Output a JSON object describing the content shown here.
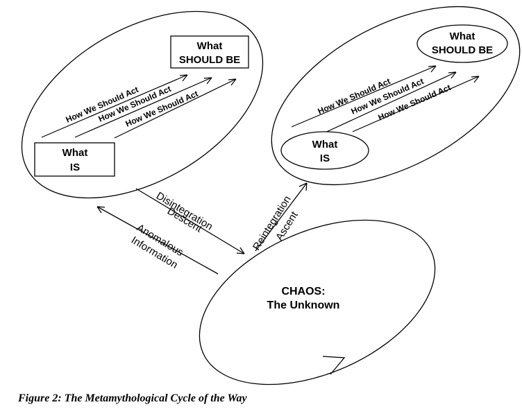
{
  "left_ellipse": {
    "what_should_be": [
      "What",
      "SHOULD BE"
    ],
    "arrow_labels": [
      "How We Should Act",
      "How We Should Act",
      "How We Should Act"
    ],
    "what_is": [
      "What",
      "IS"
    ]
  },
  "right_ellipse": {
    "what_should_be": [
      "What",
      "SHOULD BE"
    ],
    "arrow_labels": [
      "How We Should Act",
      "How We Should Act",
      "How We Should Act"
    ],
    "what_is": [
      "What",
      "IS"
    ]
  },
  "transitions": {
    "disintegration": "Disintegration",
    "descent": "Descent",
    "anomalous": "Anomalous",
    "information": "Information",
    "reintegration": "Reintegration",
    "ascent": "Ascent"
  },
  "chaos": [
    "CHAOS:",
    "The Unknown"
  ],
  "caption": "Figure 2: The Metamythological Cycle of the Way"
}
